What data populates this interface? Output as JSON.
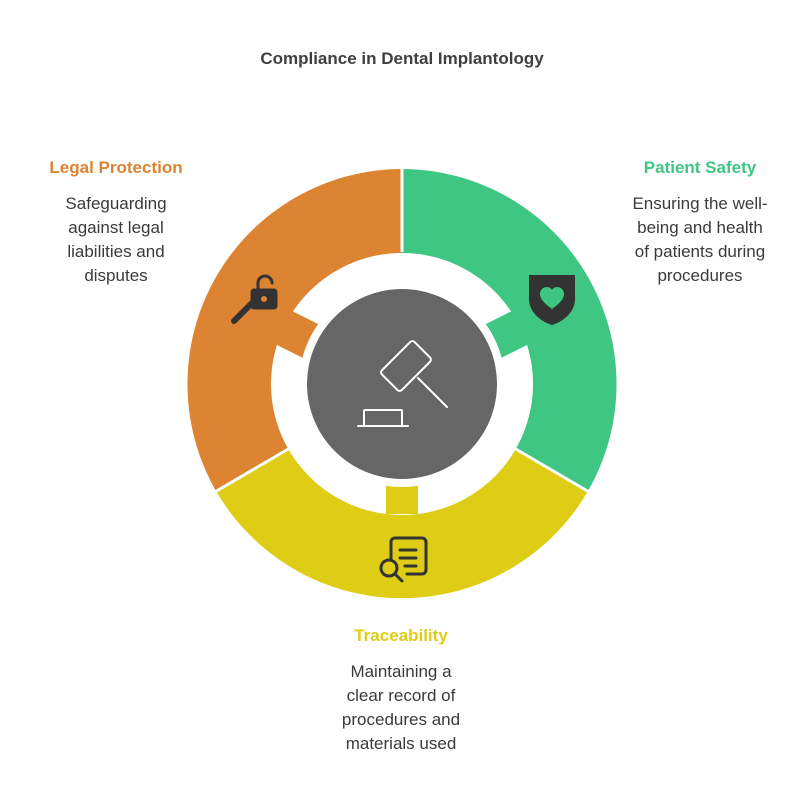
{
  "title": "Compliance in Dental Implantology",
  "segments": {
    "legal": {
      "label": "Legal Protection",
      "description": [
        "Safeguarding",
        "against legal",
        "liabilities and",
        "disputes"
      ],
      "color": "#dd8432",
      "icon": "unlocked-padlock-key-icon"
    },
    "safety": {
      "label": "Patient Safety",
      "description": [
        "Ensuring the well-",
        "being and health",
        "of patients during",
        "procedures"
      ],
      "color": "#3fc683",
      "icon": "shield-heart-icon"
    },
    "trace": {
      "label": "Traceability",
      "description": [
        "Maintaining a",
        "clear record of",
        "procedures and",
        "materials used"
      ],
      "color": "#dfcc14",
      "icon": "document-search-icon"
    }
  },
  "center": {
    "icon": "gavel-icon",
    "color": "#666666"
  }
}
